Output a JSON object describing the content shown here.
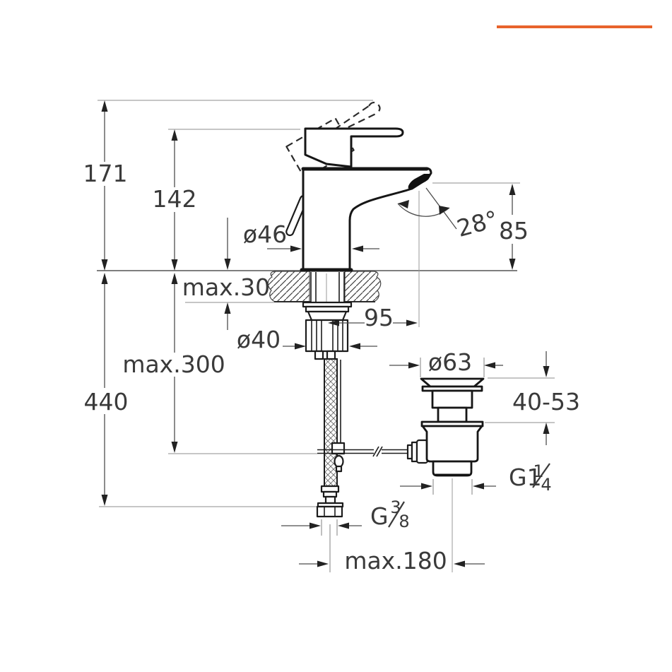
{
  "accent_bar": {
    "color": "#E8632C"
  },
  "drawing": {
    "subject": "single-lever basin mixer with pop-up waste, installation dimensions",
    "units": "mm",
    "labels": {
      "total_height": "171",
      "body_height": "142",
      "base_diameter": "ø46",
      "spout_angle": "28°",
      "spout_height": "85",
      "deck_max_thickness": "max.30",
      "spout_reach": "95",
      "locknut_diameter": "ø40",
      "supply_clearance": "max.300",
      "supply_hose_length": "440",
      "waste_cap_diameter": "ø63",
      "waste_height_range": "40-53",
      "pop_up_rod_reach": "max.180"
    },
    "threads": {
      "waste": {
        "prefix": "G1",
        "numerator": "1",
        "denominator": "4"
      },
      "supply": {
        "prefix": "G",
        "numerator": "3",
        "denominator": "8"
      }
    }
  }
}
